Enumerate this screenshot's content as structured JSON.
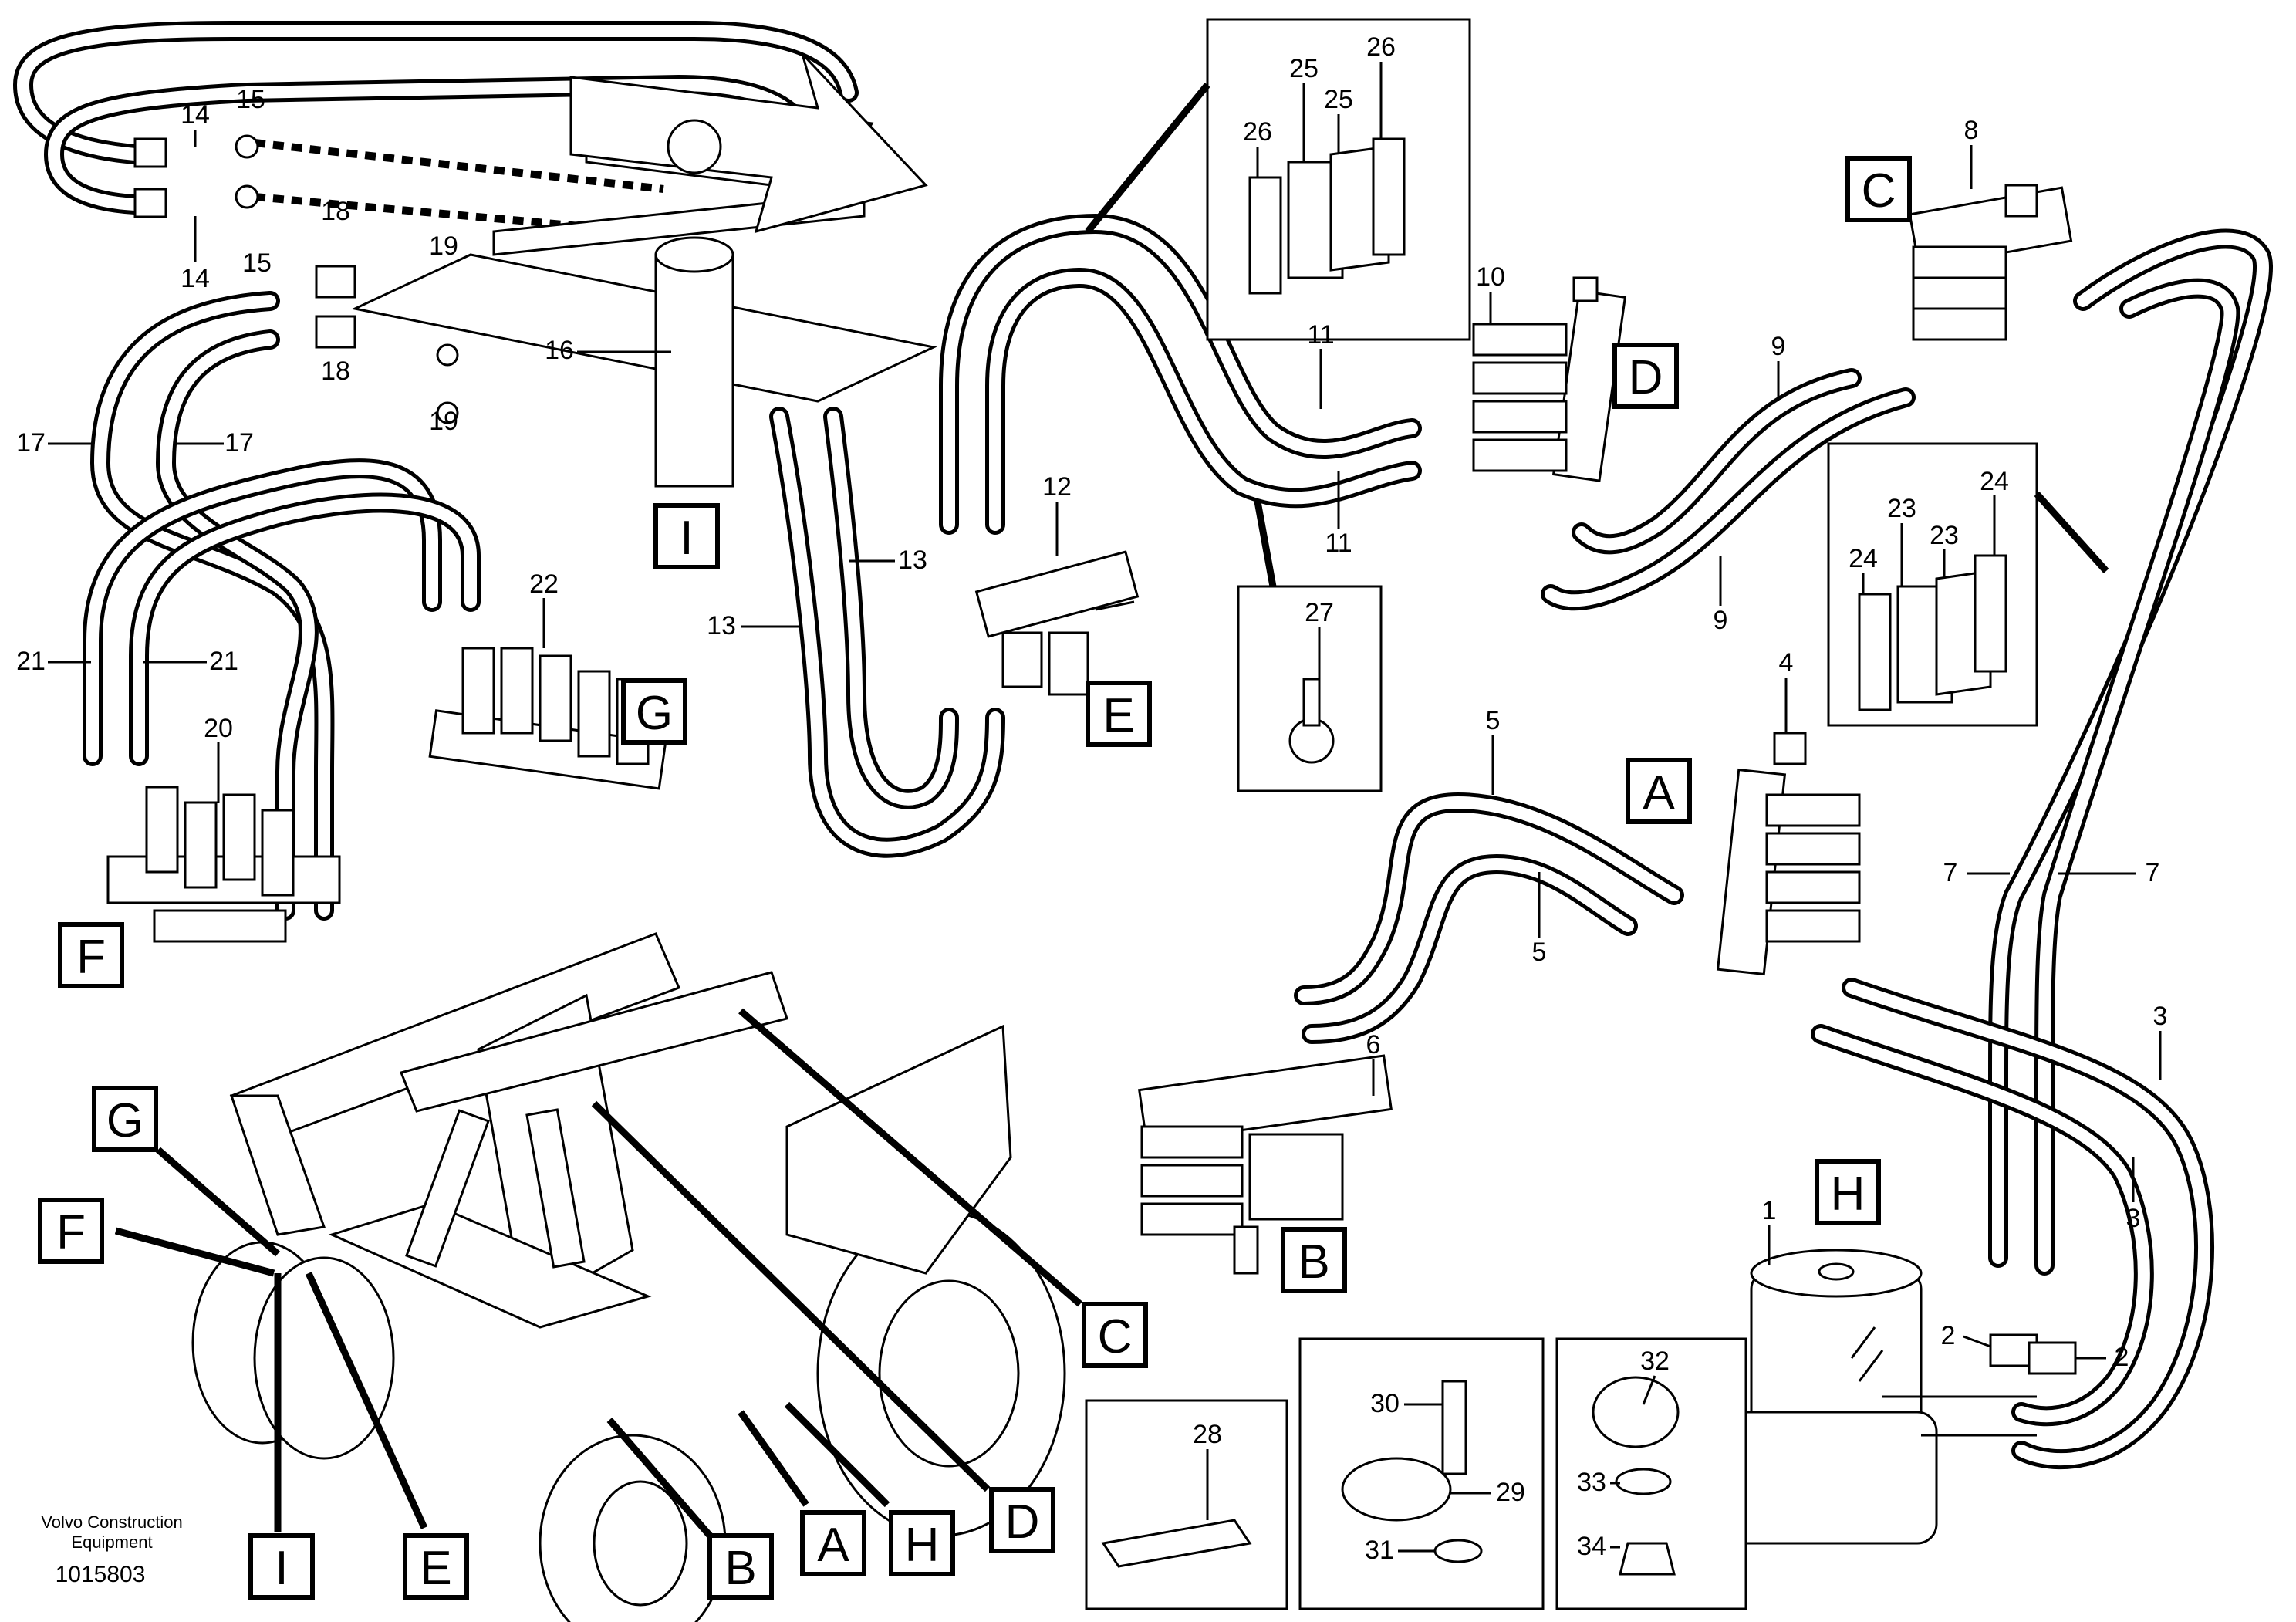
{
  "diagram": {
    "part_labels": [
      "1",
      "2",
      "2",
      "3",
      "3",
      "4",
      "5",
      "5",
      "6",
      "7",
      "7",
      "8",
      "9",
      "9",
      "10",
      "11",
      "11",
      "12",
      "13",
      "13",
      "14",
      "14",
      "15",
      "15",
      "16",
      "17",
      "17",
      "18",
      "18",
      "19",
      "19",
      "20",
      "21",
      "21",
      "22",
      "23",
      "23",
      "24",
      "24",
      "25",
      "25",
      "26",
      "26",
      "27",
      "28",
      "29",
      "30",
      "31",
      "32",
      "33",
      "34"
    ],
    "box_letters": {
      "A": "A",
      "B": "B",
      "C": "C",
      "D": "D",
      "E": "E",
      "F": "F",
      "G": "G",
      "H": "H",
      "I": "I"
    },
    "machine_letters": [
      "G",
      "F",
      "I",
      "E",
      "B",
      "A",
      "H",
      "D",
      "C"
    ],
    "credit": {
      "line1": "Volvo Construction",
      "line2": "Equipment"
    },
    "doc_id": "1015803"
  }
}
